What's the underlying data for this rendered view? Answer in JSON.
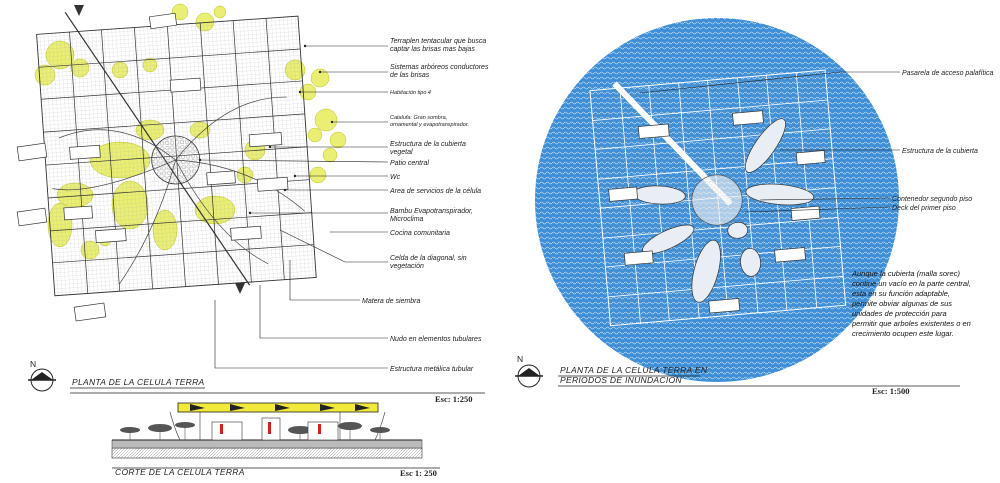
{
  "left_plan": {
    "title": "PLANTA DE LA CELULA TERRA",
    "scale": "Esc: 1:250",
    "north": "N",
    "labels": [
      "Terraplen tentacular que busca",
      "captar las brisas mas bajas",
      "Sistemas arbóreos conductores",
      "de las brisas",
      "Habitación tipo 4",
      "Catalufa: Gran sombra,",
      "ornamental y evapotranspirador.",
      "Estructura de la cubierta",
      "vegetal",
      "Patio central",
      "Wc",
      "Area de servicios de la célula",
      "Bambu Evapotranspirador,",
      "Microclima",
      "Cocina comunitaria",
      "Celda de la diagonal, sin",
      "vegetación",
      "Matera de siembra",
      "Nudo en elementos tubulares",
      "Estructura metálica tubular"
    ]
  },
  "section": {
    "title": "CORTE DE LA CELULA TERRA",
    "scale": "Esc 1: 250"
  },
  "right_plan": {
    "title_line1": "PLANTA DE LA CELULA TERRA EN",
    "title_line2": "PERIODOS DE INUNDACION",
    "scale": "Esc: 1:500",
    "north": "N",
    "labels": [
      "Pasarela de acceso palafítica",
      "Estructura de la cubierta",
      "Contenedor segundo piso",
      "Deck del primer piso"
    ],
    "note": [
      "Aunque la cubierta (malla sorec)",
      "contine un vacío en la parte central,",
      "esta en su función adaptable,",
      "permite obviar algunas de sus",
      "unidades de protección para",
      "permitir que arboles existentes o en",
      "crecimiento ocupen este lugar."
    ]
  },
  "colors": {
    "vegetation": "#e6ec3a",
    "water": "#3c8fd6",
    "line": "#333333"
  }
}
